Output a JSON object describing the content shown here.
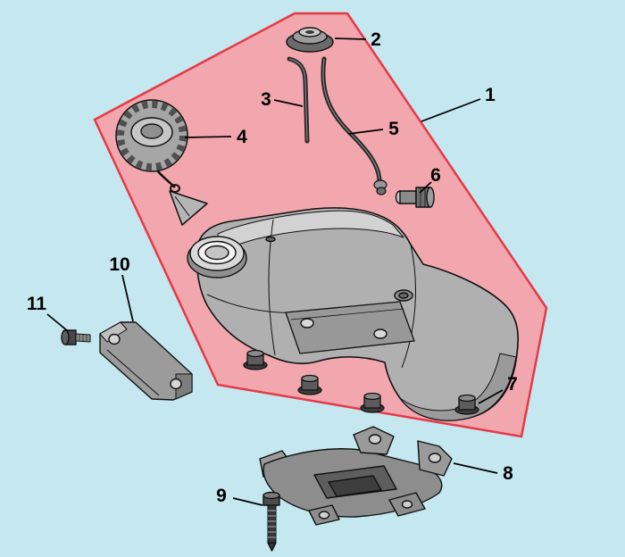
{
  "diagram": {
    "type": "exploded-parts-diagram",
    "background_color": "#c4e7f0",
    "highlight": {
      "fill": "#f2a7ae",
      "stroke": "#e63946"
    },
    "callouts": [
      {
        "label": "1"
      },
      {
        "label": "2"
      },
      {
        "label": "3"
      },
      {
        "label": "4"
      },
      {
        "label": "5"
      },
      {
        "label": "6"
      },
      {
        "label": "7"
      },
      {
        "label": "8"
      },
      {
        "label": "9"
      },
      {
        "label": "10"
      },
      {
        "label": "11"
      }
    ]
  }
}
